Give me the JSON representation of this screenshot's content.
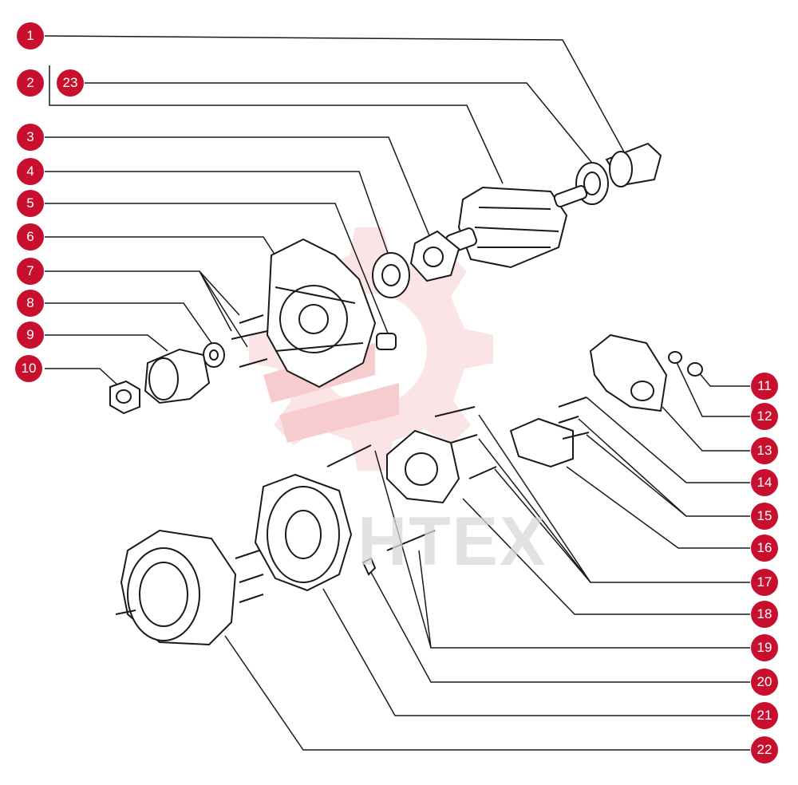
{
  "diagram": {
    "callouts": [
      {
        "id": "1",
        "label": "1"
      },
      {
        "id": "2",
        "label": "2"
      },
      {
        "id": "23",
        "label": "23"
      },
      {
        "id": "3",
        "label": "3"
      },
      {
        "id": "4",
        "label": "4"
      },
      {
        "id": "5",
        "label": "5"
      },
      {
        "id": "6",
        "label": "6"
      },
      {
        "id": "7",
        "label": "7"
      },
      {
        "id": "8",
        "label": "8"
      },
      {
        "id": "9",
        "label": "9"
      },
      {
        "id": "10",
        "label": "10"
      },
      {
        "id": "11",
        "label": "11"
      },
      {
        "id": "12",
        "label": "12"
      },
      {
        "id": "13",
        "label": "13"
      },
      {
        "id": "14",
        "label": "14"
      },
      {
        "id": "15",
        "label": "15"
      },
      {
        "id": "16",
        "label": "16"
      },
      {
        "id": "17",
        "label": "17"
      },
      {
        "id": "18",
        "label": "18"
      },
      {
        "id": "19",
        "label": "19"
      },
      {
        "id": "20",
        "label": "20"
      },
      {
        "id": "21",
        "label": "21"
      },
      {
        "id": "22",
        "label": "22"
      }
    ],
    "watermark_text": "HTEX",
    "colors": {
      "callout": "#c8102e",
      "logo": "#f2b8bb",
      "line": "#1a1a1a"
    }
  }
}
